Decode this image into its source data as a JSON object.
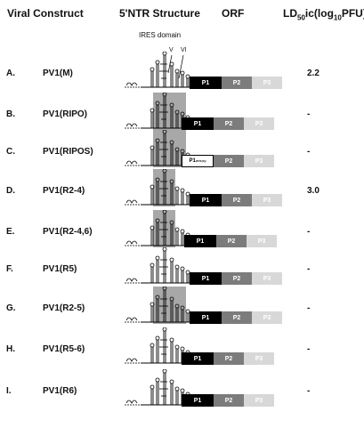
{
  "headers": {
    "construct": "Viral Construct",
    "structure": "5'NTR Structure",
    "orf": "ORF",
    "ld50_main": "LD",
    "ld50_sub": "50",
    "ld50_ic": "ic(log",
    "ld50_sub2": "10",
    "ld50_end": "PFU)"
  },
  "ires_label": "IRES domain",
  "domain_markers": [
    "V",
    "VI"
  ],
  "rows": [
    {
      "letter": "A.",
      "name": "PV1(M)",
      "ld50": "2.2",
      "p1": "P1",
      "p2": "P2",
      "p3": "P3"
    },
    {
      "letter": "B.",
      "name": "PV1(RIPO)",
      "ld50": "-",
      "p1": "P1",
      "p2": "P2",
      "p3": "P3"
    },
    {
      "letter": "C.",
      "name": "PV1(RIPOS)",
      "ld50": "-",
      "p1": "P1",
      "p1_sub": "(PV1(S))",
      "p2": "P2",
      "p3": "P3"
    },
    {
      "letter": "D.",
      "name": "PV1(R2-4)",
      "ld50": "3.0",
      "p1": "P1",
      "p2": "P2",
      "p3": "P3"
    },
    {
      "letter": "E.",
      "name": "PV1(R2-4,6)",
      "ld50": "-",
      "p1": "P1",
      "p2": "P2",
      "p3": "P3"
    },
    {
      "letter": "F.",
      "name": "PV1(R5)",
      "ld50": "-",
      "p1": "P1",
      "p2": "P2",
      "p3": "P3"
    },
    {
      "letter": "G.",
      "name": "PV1(R2-5)",
      "ld50": "-",
      "p1": "P1",
      "p2": "P2",
      "p3": "P3"
    },
    {
      "letter": "H.",
      "name": "PV1(R5-6)",
      "ld50": "-",
      "p1": "P1",
      "p2": "P2",
      "p3": "P3"
    },
    {
      "letter": "I.",
      "name": "PV1(R6)",
      "ld50": "-",
      "p1": "P1",
      "p2": "P2",
      "p3": "P3"
    }
  ]
}
